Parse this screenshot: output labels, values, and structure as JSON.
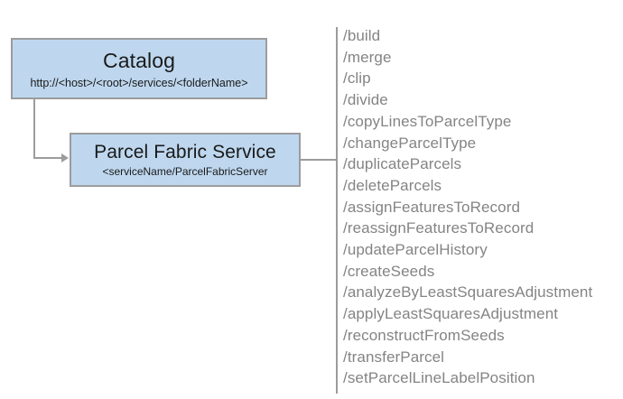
{
  "diagram": {
    "type": "service-architecture-diagram",
    "background_color": "#ffffff",
    "node_fill_color": "#bed7ee",
    "node_border_color": "#9c9c9c",
    "connector_color": "#9c9c9c",
    "operations_text_color": "#848484",
    "nodes": [
      {
        "id": "catalog",
        "title": "Catalog",
        "subtitle": "http://<host>/<root>/services/<folderName>"
      },
      {
        "id": "parcel-fabric-service",
        "title": "Parcel Fabric Service",
        "subtitle": "<serviceName/ParcelFabricServer"
      }
    ],
    "operations": [
      "/build",
      "/merge",
      "/clip",
      "/divide",
      "/copyLinesToParcelType",
      "/changeParcelType",
      "/duplicateParcels",
      "/deleteParcels",
      "/assignFeaturesToRecord",
      "/reassignFeaturesToRecord",
      "/updateParcelHistory",
      "/createSeeds",
      "/analyzeByLeastSquaresAdjustment",
      "/applyLeastSquaresAdjustment",
      "/reconstructFromSeeds",
      "/transferParcel",
      "/setParcelLineLabelPosition"
    ]
  }
}
